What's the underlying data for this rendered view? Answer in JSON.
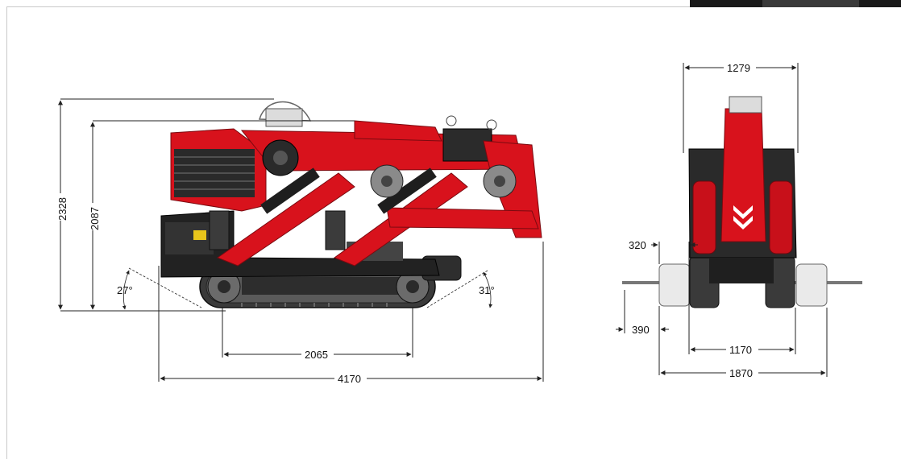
{
  "dimensions": {
    "side_view": {
      "height_total": "2328",
      "height_boom": "2087",
      "angle_front": "27°",
      "angle_rear": "31°",
      "track_length": "2065",
      "total_length": "4170"
    },
    "front_view": {
      "top_width": "1279",
      "outrigger_offset": "320",
      "pad_offset": "390",
      "track_width": "1170",
      "total_width": "1870"
    }
  },
  "colors": {
    "body_red": "#d8121c",
    "dark_red": "#9e0d14",
    "machine_black": "#2a2a2a",
    "track_gray": "#4a4a4a",
    "line": "#222222"
  }
}
